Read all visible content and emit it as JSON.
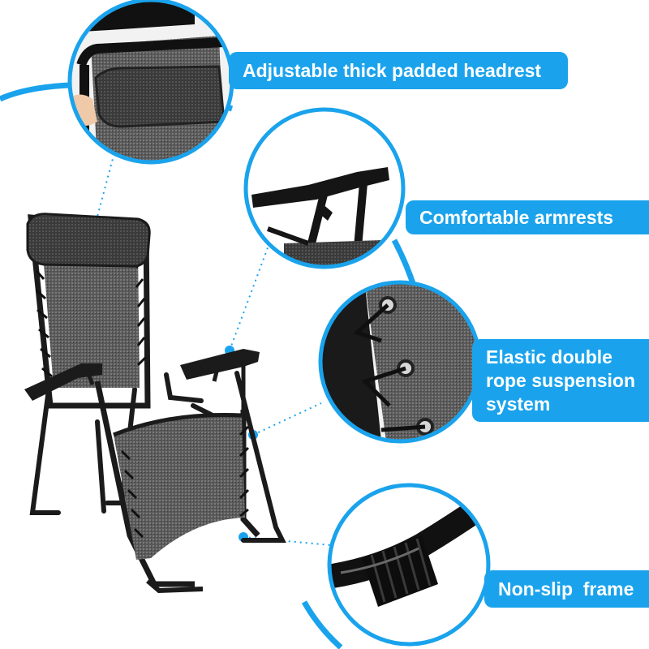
{
  "colors": {
    "accent": "#1aa3ec",
    "frame": "#1b1b1b",
    "fabric": "#5b5b5b",
    "fabric_dark": "#3a3a3a"
  },
  "callouts": [
    {
      "label": "Adjustable thick padded headrest"
    },
    {
      "label": "Comfortable armrests"
    },
    {
      "label": "Elastic double rope suspension system"
    },
    {
      "label": "Non-slip  frame"
    }
  ]
}
